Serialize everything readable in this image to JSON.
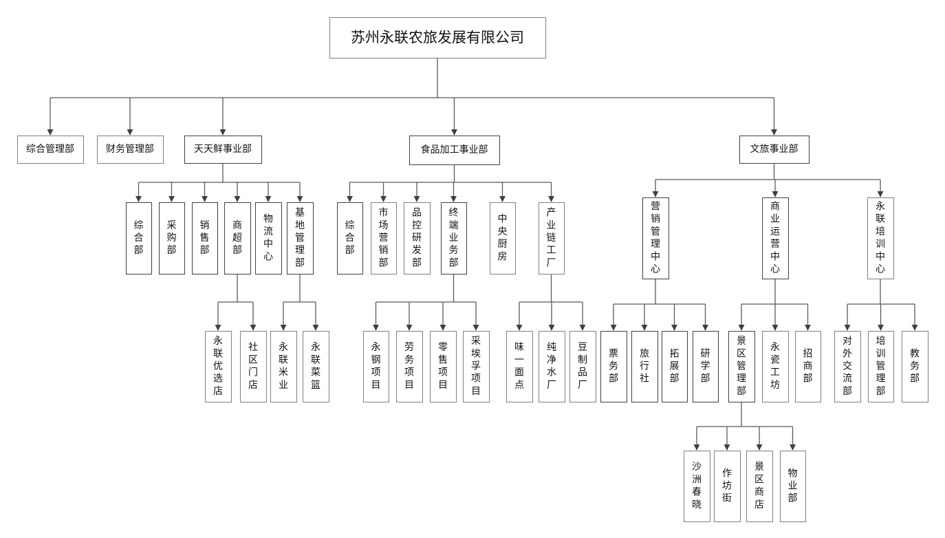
{
  "diagram": {
    "type": "org-chart",
    "colors": {
      "line": "#595959",
      "box_border": "#7f7f7f",
      "box_border_dark": "#3f3f3f",
      "text": "#111111",
      "background": "#ffffff"
    },
    "root": {
      "label": "苏州永联农旅发展有限公司",
      "children": [
        {
          "label": "综合管理部"
        },
        {
          "label": "财务管理部"
        },
        {
          "label": "天天鲜事业部",
          "children": [
            {
              "label": "综合部"
            },
            {
              "label": "采购部"
            },
            {
              "label": "销售部"
            },
            {
              "label": "商超部",
              "children": [
                {
                  "label": "永联优选店"
                },
                {
                  "label": "社区门店"
                }
              ]
            },
            {
              "label": "物流中心"
            },
            {
              "label": "基地管理部",
              "children": [
                {
                  "label": "永联米业"
                },
                {
                  "label": "永联菜篮"
                }
              ]
            }
          ]
        },
        {
          "label": "食品加工事业部",
          "children": [
            {
              "label": "综合部"
            },
            {
              "label": "市场营销部"
            },
            {
              "label": "品控研发部"
            },
            {
              "label": "终端业务部",
              "children": [
                {
                  "label": "永钢项目"
                },
                {
                  "label": "劳务项目"
                },
                {
                  "label": "零售项目"
                },
                {
                  "label": "采埃孚项目"
                }
              ]
            },
            {
              "label": "中央厨房"
            },
            {
              "label": "产业链工厂",
              "children": [
                {
                  "label": "味一面点"
                },
                {
                  "label": "纯净水厂"
                },
                {
                  "label": "豆制品厂"
                }
              ]
            }
          ]
        },
        {
          "label": "文旅事业部",
          "children": [
            {
              "label": "营销管理中心",
              "children": [
                {
                  "label": "票务部"
                },
                {
                  "label": "旅行社"
                },
                {
                  "label": "拓展部"
                },
                {
                  "label": "研学部"
                }
              ]
            },
            {
              "label": "商业运营中心",
              "children": [
                {
                  "label": "景区管理部",
                  "children": [
                    {
                      "label": "沙洲春晓"
                    },
                    {
                      "label": "作坊街"
                    },
                    {
                      "label": "景区商店"
                    },
                    {
                      "label": "物业部"
                    }
                  ]
                },
                {
                  "label": "永瓷工坊"
                },
                {
                  "label": "招商部"
                }
              ]
            },
            {
              "label": "永联培训中心",
              "children": [
                {
                  "label": "对外交流部"
                },
                {
                  "label": "培训管理部"
                },
                {
                  "label": "教务部"
                }
              ]
            }
          ]
        }
      ]
    }
  }
}
